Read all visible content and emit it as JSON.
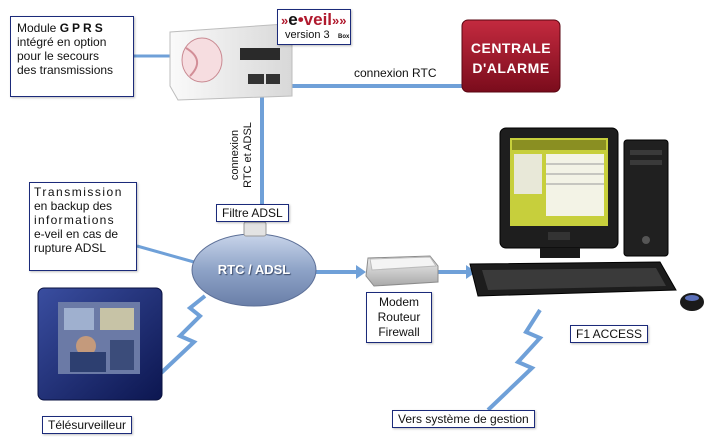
{
  "brand": {
    "prefix": "»",
    "name_e": "e",
    "name_dot": "•",
    "name_veil": "veil",
    "suffix": "»»",
    "box": "Box",
    "version": "version 3"
  },
  "boxes": {
    "gprs": {
      "l1a": "Module ",
      "l1b": "GPRS",
      "l2": "intégré en option",
      "l3": "pour le secours",
      "l4": "des transmissions"
    },
    "transmission": {
      "l1": "Transmission",
      "l2": "en backup des",
      "l3": "informations",
      "l4": "e-veil en cas de",
      "l5": "rupture ADSL"
    }
  },
  "centrale": {
    "line1": "CENTRALE",
    "line2": "D'ALARME"
  },
  "labels": {
    "connexion_rtc": "connexion RTC",
    "vertical_line1": "connexion",
    "vertical_line2": "RTC et ADSL",
    "filtre": "Filtre ADSL",
    "cloud": "RTC / ADSL",
    "modem1": "Modem",
    "modem2": "Routeur",
    "modem3": "Firewall",
    "f1": "F1 ACCESS",
    "vers": "Vers système de gestion",
    "telesurveilleur": "Télésurveilleur"
  },
  "colors": {
    "link": "#6fa0d8",
    "label_border": "#1b2a7a",
    "centrale": "#a3152a",
    "brand_red": "#b01a2e",
    "cloud": "#8fa4c8"
  }
}
